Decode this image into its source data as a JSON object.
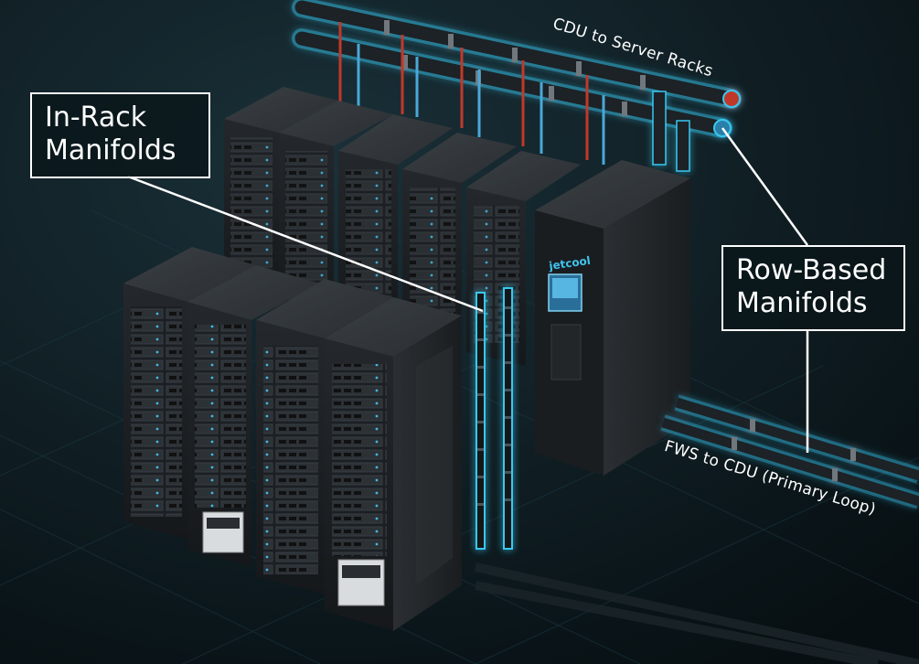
{
  "callouts": {
    "in_rack": {
      "line1": "In-Rack",
      "line2": "Manifolds"
    },
    "row_based": {
      "line1": "Row-Based",
      "line2": "Manifolds"
    }
  },
  "pipe_labels": {
    "cdu_to_racks": "CDU to Server Racks",
    "fws_to_cdu": "FWS to CDU (Primary Loop)"
  },
  "cdu": {
    "brand_logo": "jetcool"
  },
  "colors": {
    "background": "#0a1418",
    "glow": "#38c8f0",
    "supply_red": "#c0392b",
    "rack_body": "#1b1e21"
  }
}
